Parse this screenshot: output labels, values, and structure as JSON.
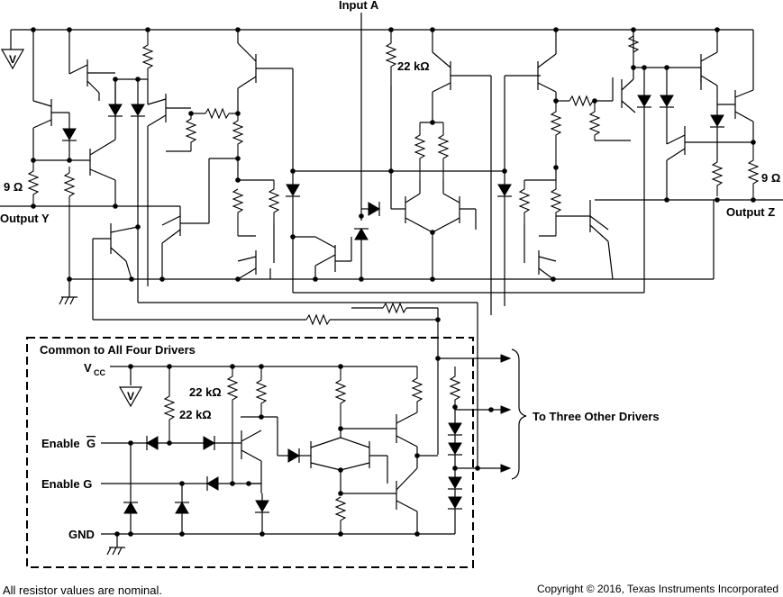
{
  "labels": {
    "input_a": "Input A",
    "r22k_top": "22 kΩ",
    "r9_left": "9 Ω",
    "r9_right": "9 Ω",
    "output_y": "Output Y",
    "output_z": "Output Z",
    "common_title": "Common to All Four Drivers",
    "vcc": "V",
    "vcc_sub": "CC",
    "r22k_a": "22 kΩ",
    "r22k_b": "22 kΩ",
    "enable_g_bar": "Enable ",
    "enable_g_bar_letter": "G",
    "enable_g": "Enable G",
    "gnd": "GND",
    "three_other": "To Three Other Drivers",
    "nominal_note": "All resistor values are nominal.",
    "copyright": "Copyright © 2016, Texas Instruments Incorporated",
    "v_symbol": "V"
  }
}
